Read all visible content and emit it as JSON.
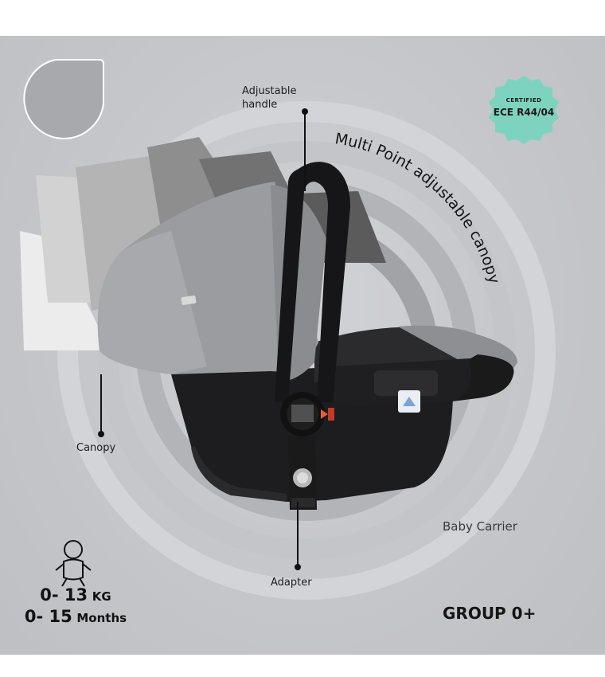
{
  "labels": {
    "handle_line1": "Adjustable",
    "handle_line2": "handle",
    "canopy_feature": "Multi Point adjustable canopy",
    "canopy": "Canopy",
    "adapter": "Adapter",
    "product": "Baby Carrier",
    "group": "GROUP 0+"
  },
  "badge": {
    "small": "CERTIFIED",
    "big": "ECE R44/04",
    "color": "#7ed3bf"
  },
  "specs": {
    "weight_value": "0- 13",
    "weight_unit": "KG",
    "age_value": "0- 15",
    "age_unit": "Months"
  },
  "icons": {
    "logo": "circle-drop-logo",
    "baby": "baby-icon"
  }
}
